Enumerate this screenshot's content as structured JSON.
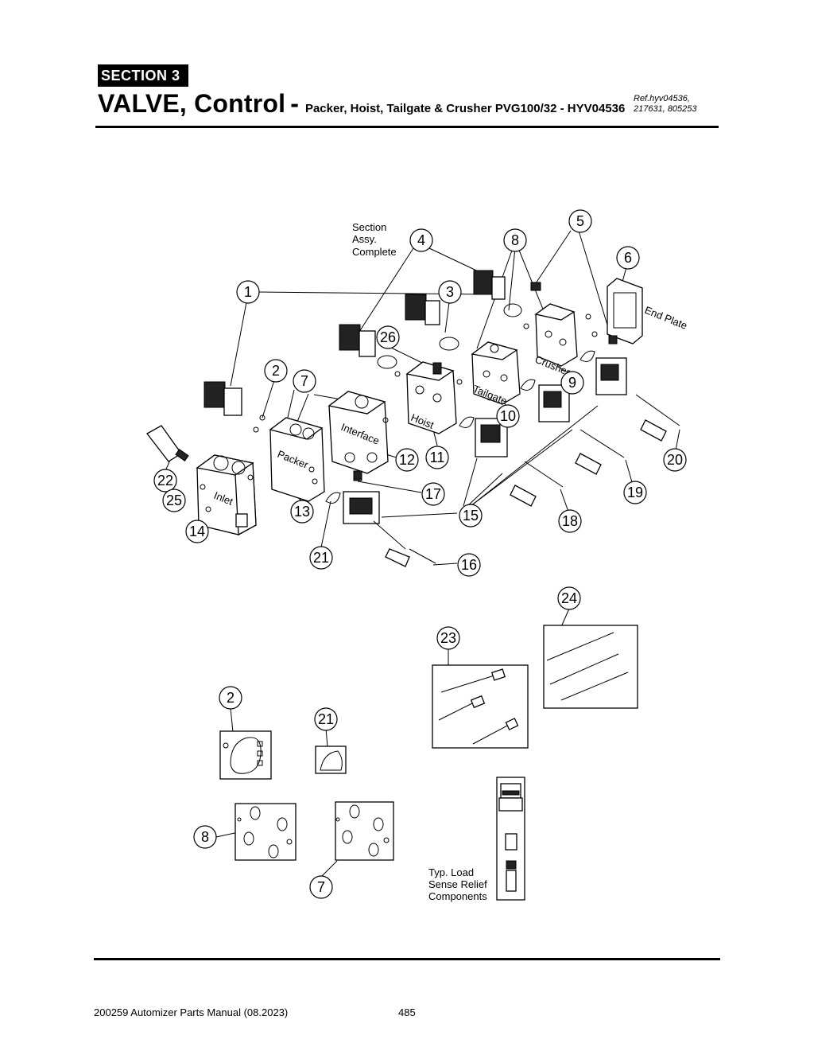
{
  "header": {
    "section_label": "SECTION  3",
    "title_main": "VALVE, Control",
    "title_dash": "-",
    "title_sub": "Packer, Hoist, Tailgate & Crusher PVG100/32 - HYV04536",
    "ref": "Ref.hyv04536,\n217631, 805253"
  },
  "diagram": {
    "labels": {
      "section_assy": [
        "Section",
        "Assy.",
        "Complete"
      ],
      "end_plate": "End Plate",
      "crusher": "Crusher",
      "tailgate": "Tailgate",
      "hoist": "Hoist",
      "interface": "Interface",
      "packer": "Packer",
      "inlet": "Inlet",
      "load_sense": [
        "Typ. Load",
        "Sense Relief",
        "Components"
      ]
    },
    "callouts": {
      "c1": "1",
      "c2": "2",
      "c3": "3",
      "c4": "4",
      "c5": "5",
      "c6": "6",
      "c7": "7",
      "c8": "8",
      "c9": "9",
      "c10": "10",
      "c11": "11",
      "c12": "12",
      "c13": "13",
      "c14": "14",
      "c15": "15",
      "c16": "16",
      "c17": "17",
      "c18": "18",
      "c19": "19",
      "c20": "20",
      "c21": "21",
      "c22": "22",
      "c23": "23",
      "c24": "24",
      "c25": "25",
      "c26": "26",
      "k2": "2",
      "k21": "21",
      "k8": "8",
      "k7": "7"
    }
  },
  "footer": {
    "manual": "200259 Automizer Parts Manual (08.2023)",
    "page": "485"
  }
}
